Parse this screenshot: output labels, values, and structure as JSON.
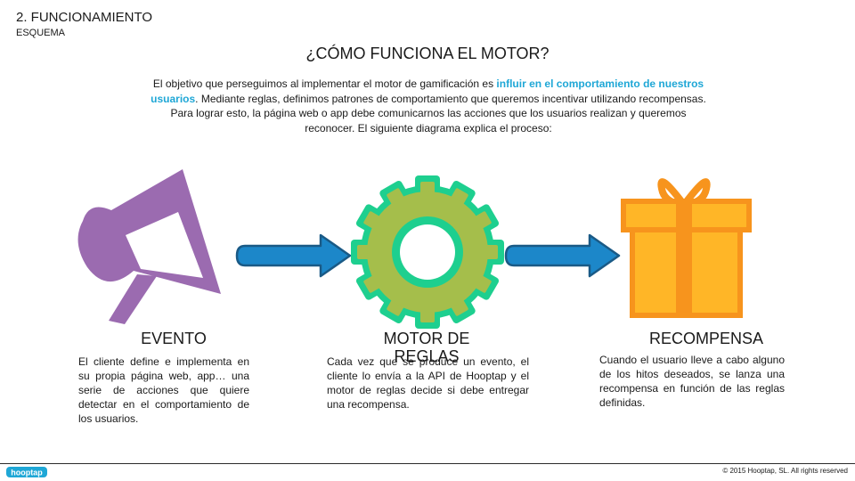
{
  "header": {
    "section": "2. FUNCIONAMIENTO",
    "subsection": "ESQUEMA"
  },
  "title": "¿CÓMO FUNCIONA EL MOTOR?",
  "intro": {
    "part1": "El objetivo que perseguimos al implementar el motor de gamificación es ",
    "highlight": "influir en el comportamiento de nuestros usuarios",
    "part2": ". Mediante reglas, definimos patrones de comportamiento que queremos incentivar utilizando recompensas. Para lograr esto, la página web o app debe comunicarnos las acciones que los usuarios realizan  y queremos reconocer. El siguiente diagrama explica el proceso:"
  },
  "columns": [
    {
      "title": "EVENTO",
      "text": "El cliente define e implementa en su propia página web, app… una serie de acciones que quiere detectar en el comportamiento de los usuarios."
    },
    {
      "title": "MOTOR DE REGLAS",
      "text": "Cada vez que se produce un evento, el cliente lo envía a la API de Hooptap y el motor de reglas decide si debe entregar una recompensa."
    },
    {
      "title": "RECOMPENSA",
      "text": "Cuando el usuario lleve a cabo alguno de los hitos deseados, se lanza una recompensa en función de las reglas definidas."
    }
  ],
  "icons": {
    "event": "megaphone-icon",
    "rules": "gear-icon",
    "reward": "gift-icon",
    "flow": "arrow-right-icon"
  },
  "colors": {
    "accent": "#1fa7d6",
    "megaphone": "#9b6bb0",
    "gear_outer": "#1ecf8f",
    "gear_inner": "#a5be4b",
    "gift": "#ffb627",
    "gift_outline": "#f7941d",
    "arrow": "#1c87c9",
    "arrow_outline": "#1a5a86"
  },
  "footer": {
    "logo": "hooptap",
    "copyright": "© 2015 Hooptap, SL. All rights reserved"
  }
}
